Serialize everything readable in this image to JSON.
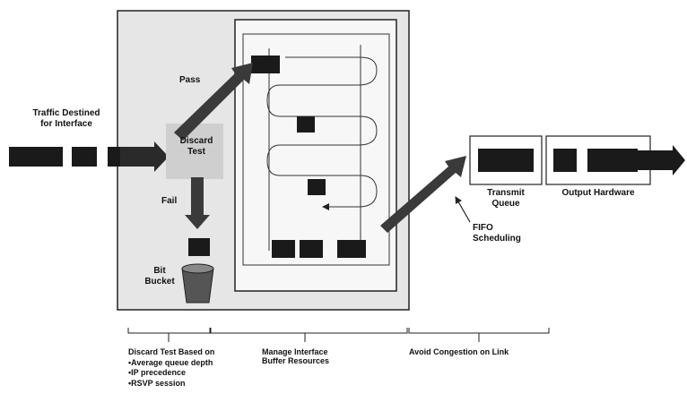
{
  "labels": {
    "traffic_destined": [
      "Traffic Destined",
      "for Interface"
    ],
    "pass": "Pass",
    "discard_test": [
      "Discard",
      "Test"
    ],
    "fail": "Fail",
    "bit_bucket": [
      "Bit",
      "Bucket"
    ],
    "transmit_queue": [
      "Transmit",
      "Queue"
    ],
    "output_hardware": "Output Hardware",
    "fifo_scheduling": [
      "FIFO",
      "Scheduling"
    ]
  },
  "captions": {
    "discard": {
      "heading": "Discard Test Based on",
      "items": [
        "Average queue depth",
        "IP precedence",
        "RSVP session"
      ]
    },
    "manage": [
      "Manage Interface",
      "Buffer Resources"
    ],
    "avoid": "Avoid Congestion on Link"
  },
  "colors": {
    "packet": "#1a1a1a",
    "arrow": "#3a3a3a",
    "frame": "#222222",
    "panel": "#e6e6e6"
  }
}
